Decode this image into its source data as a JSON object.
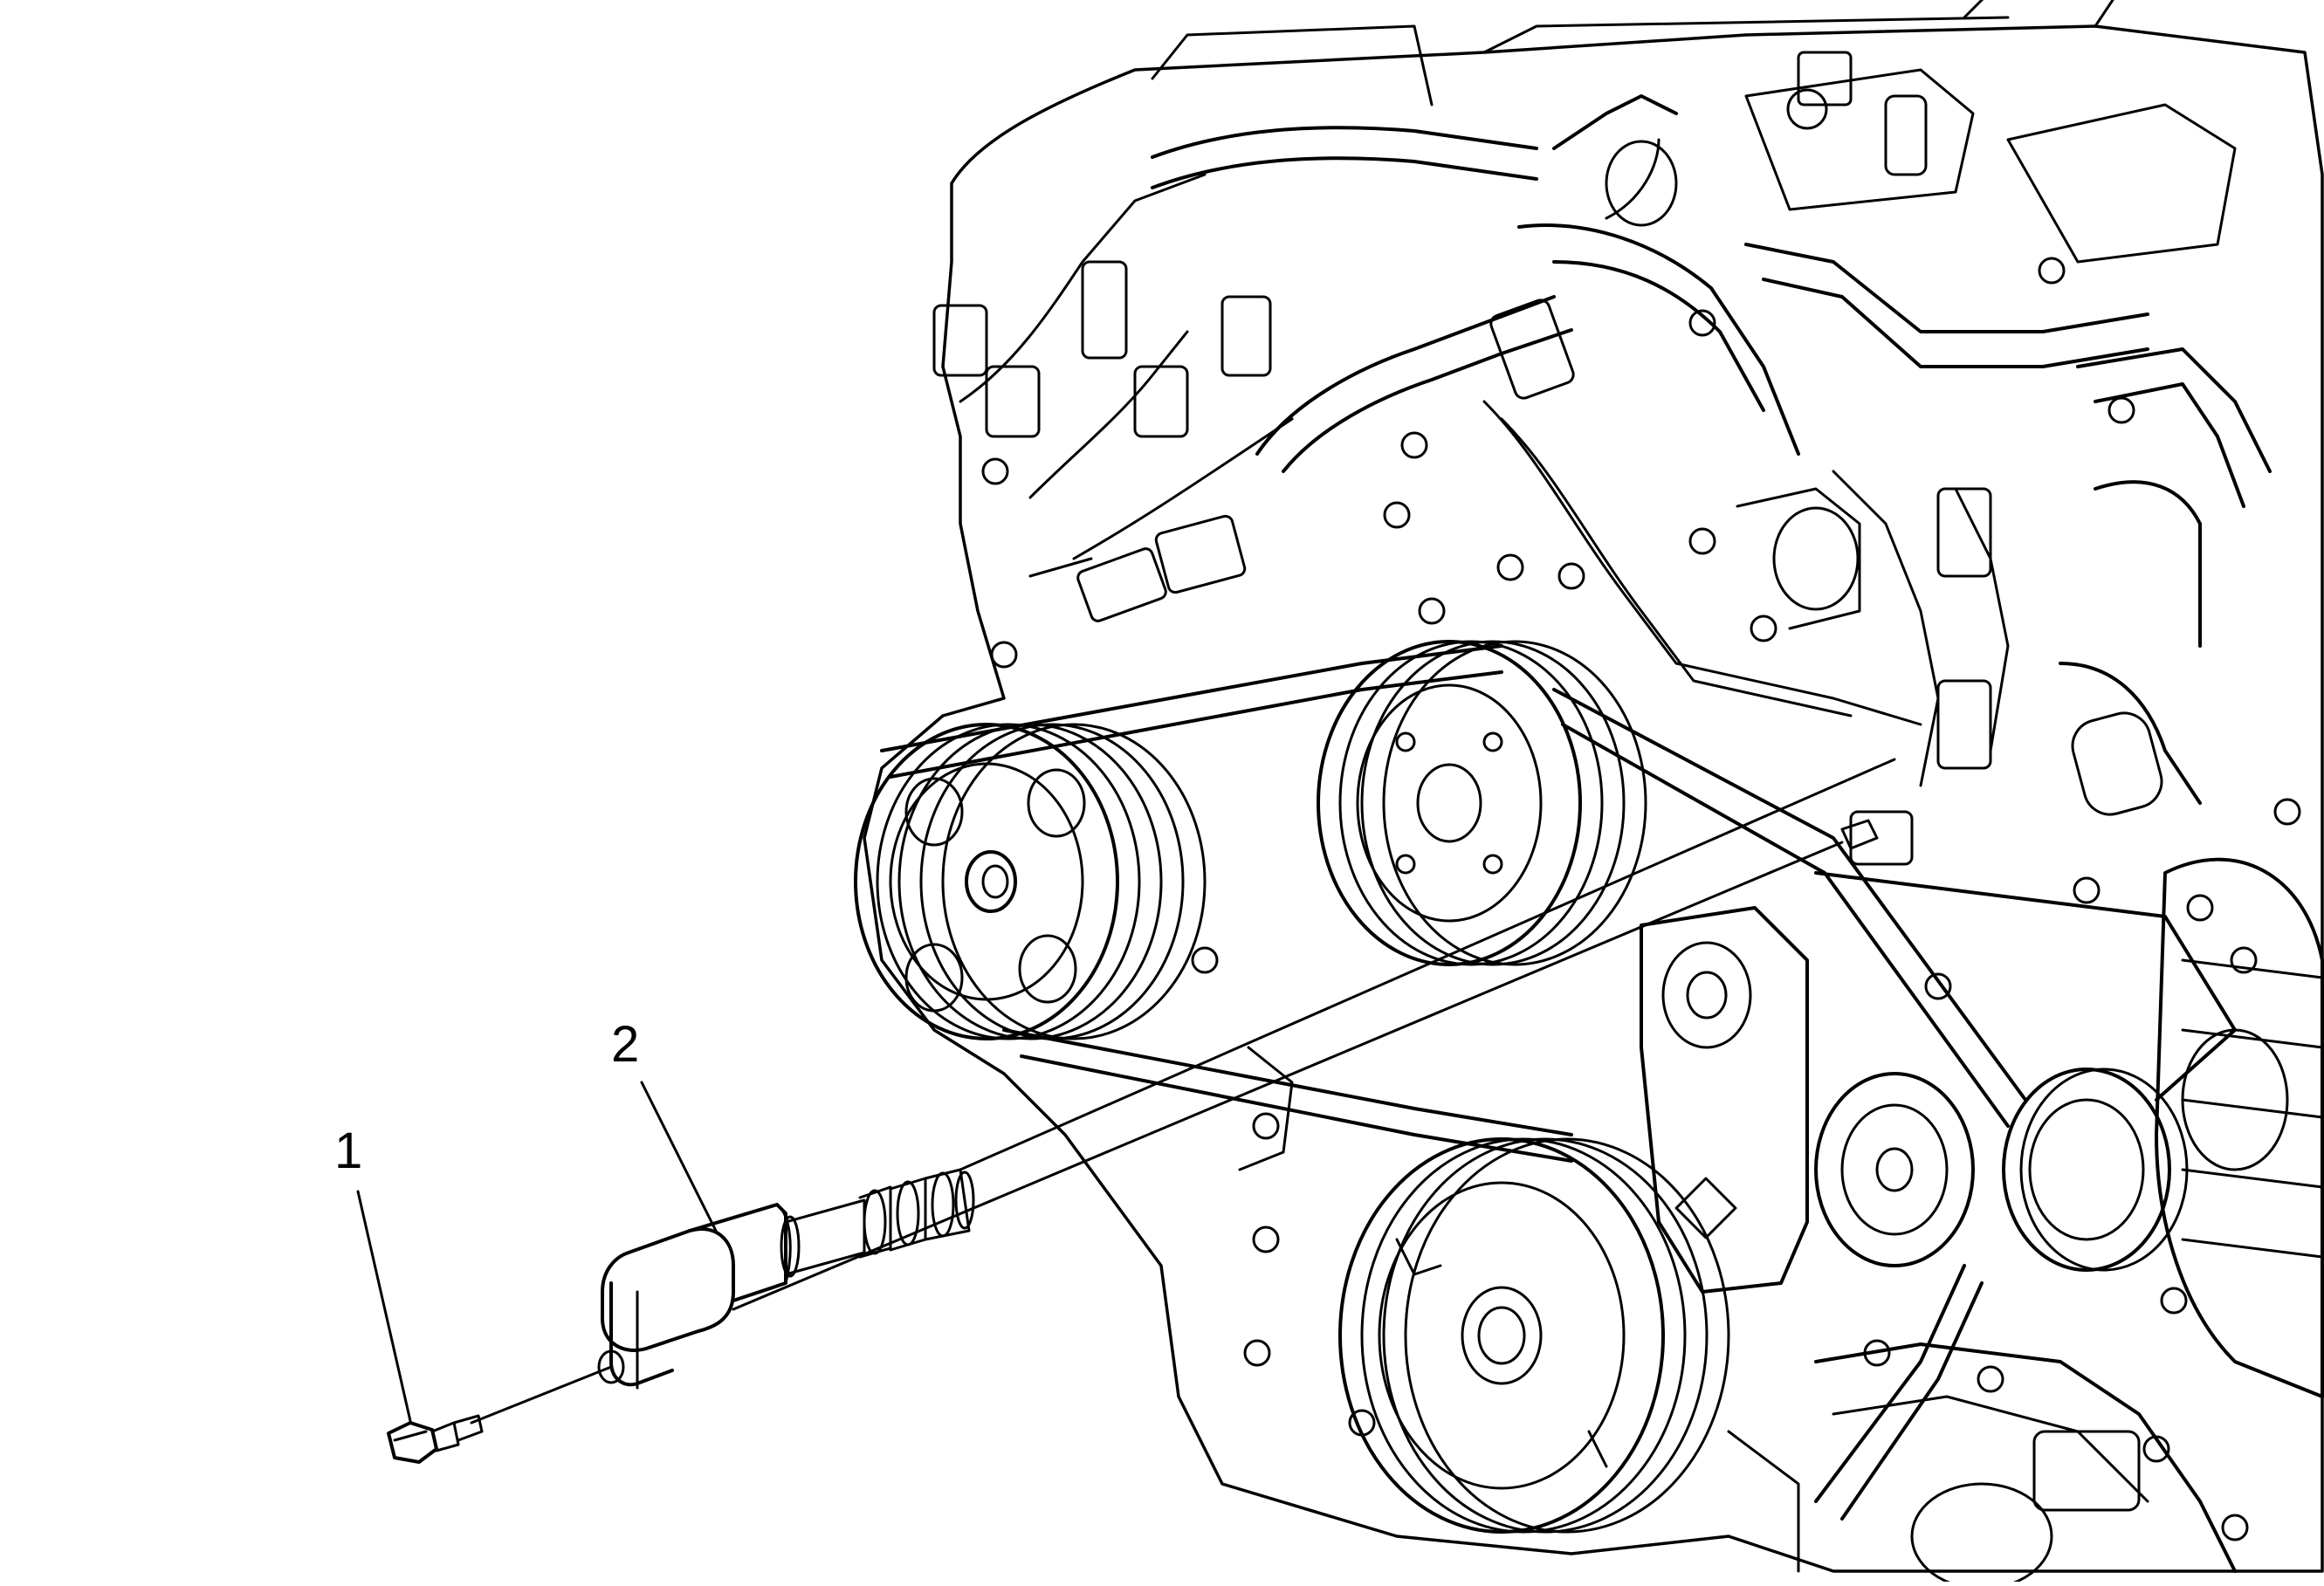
{
  "callouts": [
    {
      "label": "1",
      "part": "bolt"
    },
    {
      "label": "2",
      "part": "sensor"
    }
  ],
  "colors": {
    "line": "#000000",
    "background": "#ffffff"
  }
}
